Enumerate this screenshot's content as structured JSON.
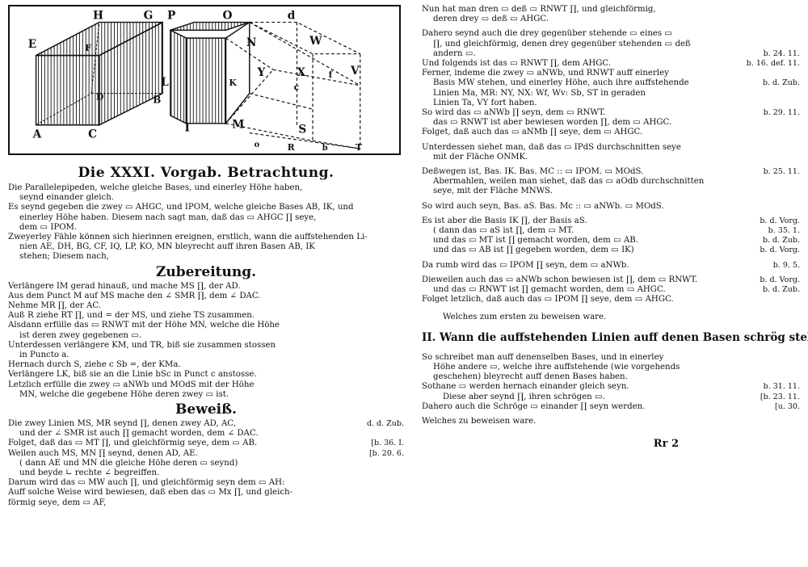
{
  "figure": {
    "labels": [
      "H",
      "G",
      "P",
      "O",
      "d",
      "E",
      "F",
      "N",
      "W",
      "Y",
      "X",
      "f",
      "V",
      "D",
      "B",
      "L",
      "K",
      "c",
      "A",
      "C",
      "I",
      "M",
      "S",
      "o",
      "R",
      "b",
      "T"
    ]
  },
  "left": {
    "title": "Die XXXI. Vorgab. Betrachtung.",
    "intro": [
      "Die Parallelepipeden, welche gleiche Bases, und einerley Höhe haben,",
      "seynd einander gleich.",
      "Es seynd gegeben die zwey ▭ AHGC, und IPOM, welche gleiche Bases AB, IK, und",
      "einerley Höhe haben. Diesem nach sagt man, daß das ▭ AHGC ∏ seye,",
      "dem ▭ IPOM.",
      "Zweyerley Fähle können sich hierinnen ereignen, erstlich, wann die auffstehenden Li-",
      "nien AE, DH, BG, CF, IQ, LP, KO, MN bleyrecht auff ihren Basen AB, IK",
      "stehen; Diesem nach,"
    ],
    "prep_title": "Zubereitung.",
    "prep": [
      "Verlängere IM gerad hinauß, und mache MS ∏, der AD.",
      "Aus dem Punct M auf MS mache den ∠ SMR ∏, dem ∠ DAC.",
      "Nehme MR ∏, der AC.",
      "Auß R ziehe RT ∏, und = der MS, und ziehe TS zusammen.",
      "Alsdann erfülle das ▭ RNWT mit der Höhe MN, welche die Höhe",
      "ist deren zwey gegebenen ▭.",
      "Unterdessen verlängere KM, und TR, biß sie zusammen stossen",
      "in Puncto a.",
      "Hernach durch S, ziehe c Sb =, der KMa.",
      "Verlängere LK, biß sie an die Linie bSc in Punct c anstosse.",
      "Letzlich erfülle die zwey ▭ aNWb und MOdS mit der Höhe",
      "MN, welche die gegebene Höhe deren zwey ▭ ist."
    ],
    "proof_title": "Beweiß.",
    "proof": [
      {
        "t": "Die zwey Linien MS, MR seynd ∏, denen zwey AD, AC,",
        "r": "d. d. Zub."
      },
      {
        "t": "und der ∠ SMR ist auch ∏ gemacht worden, dem ∠ DAC.",
        "r": ""
      },
      {
        "t": "Folget, daß das ▭ MT ∏, und gleichförmig seye, dem ▭ AB.",
        "r": "[b. 36. I."
      },
      {
        "t": "Weilen auch MS, MN ∏ seynd, denen AD, AE.",
        "r": "[b. 20. 6."
      },
      {
        "t": "( dann AE und MN die gleiche Höhe deren ▭ seynd)",
        "r": ""
      },
      {
        "t": "und beyde ∟ rechte ∠ begreiffen.",
        "r": ""
      },
      {
        "t": "Darum wird das ▭ MW auch ∏, und gleichförmig seyn dem ▭ AH:",
        "r": ""
      },
      {
        "t": "Auff solche Weise wird bewiesen, daß eben das ▭ Mx ∏, und gleich-",
        "r": ""
      },
      {
        "t": "förmig seye, dem ▭ AF,",
        "r": ""
      }
    ]
  },
  "right": {
    "lines": [
      {
        "t": "Nun hat man dren ▭ deß ▭ RNWT ∏, und gleichförmig,",
        "r": "",
        "c": ""
      },
      {
        "t": "deren drey ▭ deß ▭ AHGC.",
        "r": "",
        "c": "indent"
      },
      {
        "t": "",
        "r": "",
        "c": "gap"
      },
      {
        "t": "Dahero seynd auch die drey gegenüber stehende ▭ eines ▭",
        "r": "",
        "c": ""
      },
      {
        "t": "∏, und gleichförmig, denen drey gegenüber stehenden ▭ deß",
        "r": "",
        "c": "indent"
      },
      {
        "t": "andern ▭.",
        "r": "b. 24. 11.",
        "c": "indent"
      },
      {
        "t": "Und folgends ist das ▭ RNWT ∏, dem AHGC.",
        "r": "b. 16. def. 11.",
        "c": ""
      },
      {
        "t": "Ferner, indeme die zwey ▭ aNWb, und RNWT auff einerley",
        "r": "",
        "c": ""
      },
      {
        "t": "Basis MW stehen, und einerley Höhe, auch ihre auffstehende",
        "r": "b. d. Zub.",
        "c": "indent"
      },
      {
        "t": "Linien Ma, MR: NY, NX: Wf, Wv: Sb, ST in geraden",
        "r": "",
        "c": "indent"
      },
      {
        "t": "Linien Ta, VY fort haben.",
        "r": "",
        "c": "indent"
      },
      {
        "t": "So wird das ▭ aNWb ∏ seyn, dem ▭ RNWT.",
        "r": "b. 29. 11.",
        "c": ""
      },
      {
        "t": "das ▭ RNWT ist aber bewiesen worden ∏, dem ▭ AHGC.",
        "r": "",
        "c": "indent"
      },
      {
        "t": "Folget, daß auch das ▭ aNMb ∏ seye, dem ▭ AHGC.",
        "r": "",
        "c": ""
      },
      {
        "t": "",
        "r": "",
        "c": "gap"
      },
      {
        "t": "Unterdessen siehet man, daß das ▭ IPdS durchschnitten seye",
        "r": "",
        "c": ""
      },
      {
        "t": "mit der Fläche ONMK.",
        "r": "",
        "c": "indent"
      },
      {
        "t": "",
        "r": "",
        "c": "gap"
      },
      {
        "t": "Deßwegen ist, Bas. IK. Bas. MC :: ▭ IPOM. ▭ MOdS.",
        "r": "b. 25. 11.",
        "c": ""
      },
      {
        "t": "Abermahlen, weilen man siehet, daß das ▭ aOdb durchschnitten",
        "r": "",
        "c": "indent"
      },
      {
        "t": "seye, mit der Fläche MNWS.",
        "r": "",
        "c": "indent"
      },
      {
        "t": "",
        "r": "",
        "c": "gap"
      },
      {
        "t": "So wird auch seyn, Bas. aS. Bas. Mc :: ▭ aNWb. ▭ MOdS.",
        "r": "",
        "c": ""
      },
      {
        "t": "",
        "r": "",
        "c": "gap"
      },
      {
        "t": "Es ist aber die Basis IK ∏, der Basis aS.",
        "r": "b. d. Vorg.",
        "c": ""
      },
      {
        "t": "( dann das ▭ aS ist ∏, dem ▭ MT.",
        "r": "b. 35. 1.",
        "c": "indent"
      },
      {
        "t": "und das ▭ MT ist ∏ gemacht worden, dem ▭ AB.",
        "r": "b. d. Zub.",
        "c": "indent"
      },
      {
        "t": "und das ▭ AB ist ∏ gegeben worden, dem ▭ IK)",
        "r": "b. d. Vorg.",
        "c": "indent"
      },
      {
        "t": "",
        "r": "",
        "c": "gap"
      },
      {
        "t": "Da rumb wird das ▭ IPOM ∏ seyn, dem ▭ aNWb.",
        "r": "b. 9. 5.",
        "c": ""
      },
      {
        "t": "",
        "r": "",
        "c": "gap"
      },
      {
        "t": "Dieweilen auch das ▭ aNWb schon bewiesen ist ∏, dem ▭ RNWT.",
        "r": "b. d. Vorg.",
        "c": ""
      },
      {
        "t": "und das ▭ RNWT ist ∏ gemacht worden, dem ▭ AHGC.",
        "r": "b. d. Zub.",
        "c": "indent"
      },
      {
        "t": "Folget letzlich, daß auch das ▭ IPOM ∏ seye, dem ▭ AHGC.",
        "r": "",
        "c": ""
      },
      {
        "t": "",
        "r": "",
        "c": "gap2"
      },
      {
        "t": "Welches zum ersten zu beweisen ware.",
        "r": "",
        "c": "indent2"
      }
    ],
    "section_II": "II. Wann die auffstehenden Linien auff denen Basen schrög stehen.",
    "lines2": [
      {
        "t": "So schreibet man auff denenselben Bases, und in einerley",
        "r": "",
        "c": ""
      },
      {
        "t": "Höhe andere ▭, welche ihre auffstehende (wie vorgehends",
        "r": "",
        "c": "indent"
      },
      {
        "t": "geschehen) bleyrecht auff denen Bases haben.",
        "r": "",
        "c": "indent"
      },
      {
        "t": "Sothane ▭ werden hernach einander gleich seyn.",
        "r": "b. 31. 11.",
        "c": ""
      },
      {
        "t": "Diese aber seynd ∏, ihren schrögen ▭.",
        "r": "[b. 23. 11.",
        "c": "indent2"
      },
      {
        "t": "Dahero auch die Schröge ▭ einander ∏ seyn werden.",
        "r": "[u. 30.",
        "c": ""
      },
      {
        "t": "",
        "r": "",
        "c": "gap"
      },
      {
        "t": "Welches zu beweisen ware.",
        "r": "",
        "c": ""
      }
    ],
    "page_number": "Rr 2"
  }
}
